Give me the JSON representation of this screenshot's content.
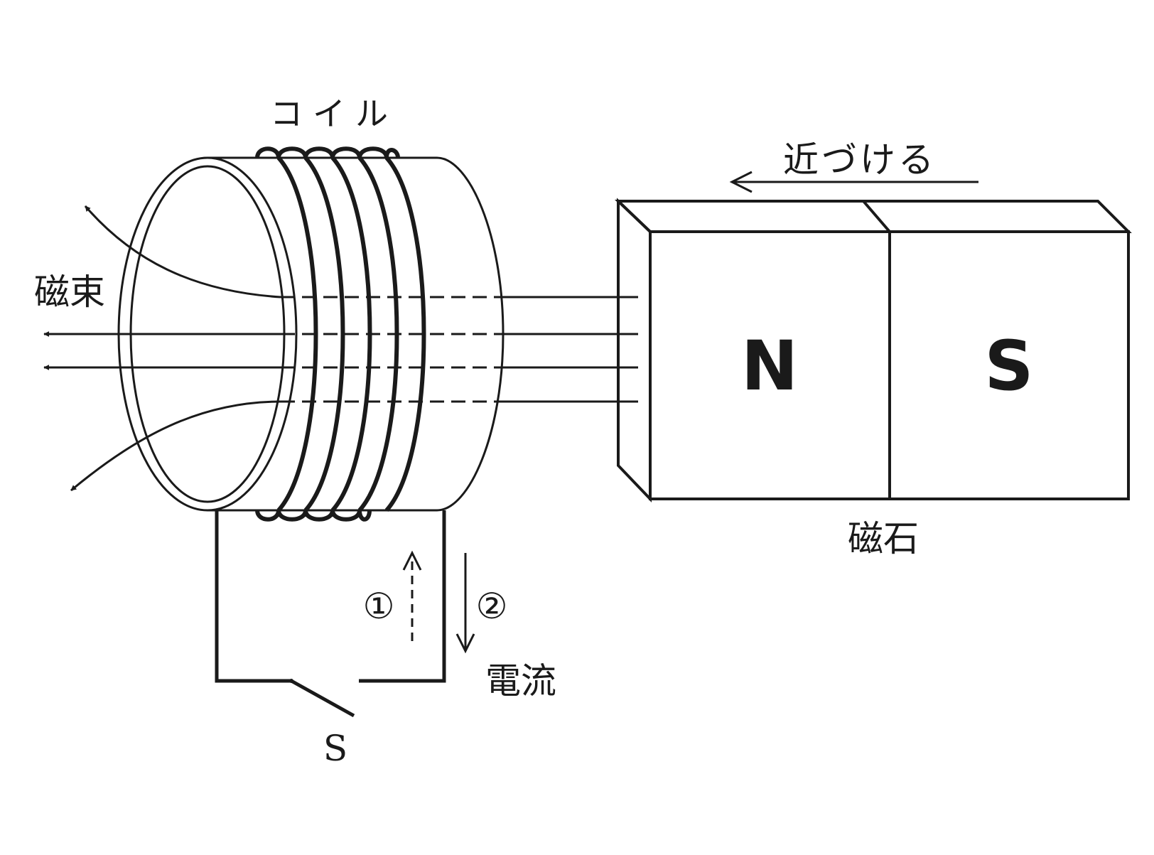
{
  "labels": {
    "coil": "コイル",
    "approach": "近づける",
    "flux": "磁束",
    "magnet": "磁石",
    "north": "N",
    "south": "S",
    "current": "電流",
    "switch": "S",
    "dir1": "①",
    "dir2": "②"
  },
  "colors": {
    "ink": "#1a1a1a",
    "background": "#ffffff"
  }
}
